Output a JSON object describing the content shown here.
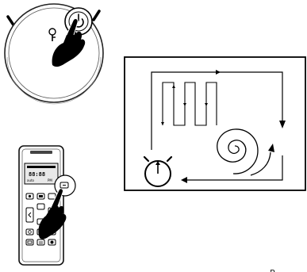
{
  "remote": {
    "display_text": "88:88",
    "display_small": "PM",
    "display_auto": "auto"
  },
  "page_footer": "P"
}
